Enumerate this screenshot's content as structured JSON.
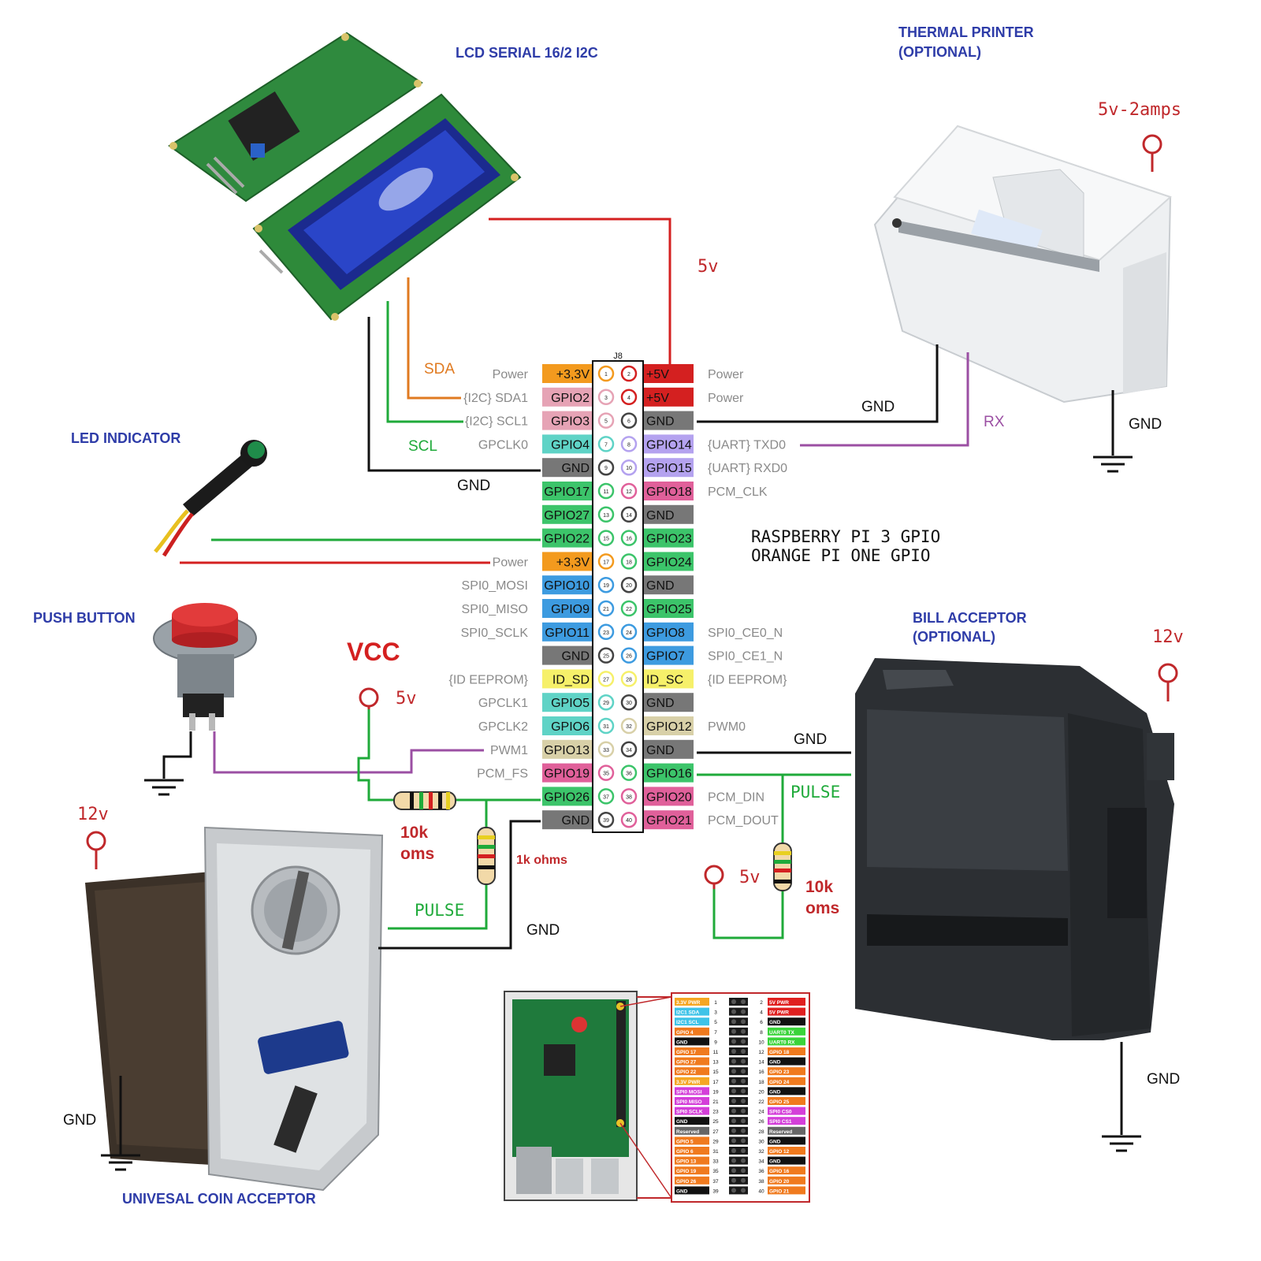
{
  "labels": {
    "lcd": "LCD SERIAL 16/2 I2C",
    "printer_line1": "THERMAL PRINTER",
    "printer_line2": "(OPTIONAL)",
    "printer_power": "5v-2amps",
    "printer_gnd": "GND",
    "printer_rx": "RX",
    "printer_wire_gnd": "GND",
    "led": "LED INDICATOR",
    "push_button": "PUSH BUTTON",
    "bill_line1": "BILL ACCEPTOR",
    "bill_line2": "(OPTIONAL)",
    "bill_power": "12v",
    "bill_gnd": "GND",
    "bill_wire_gnd": "GND",
    "bill_pulse": "PULSE",
    "coin": "UNIVESAL COIN ACCEPTOR",
    "coin_power": "12v",
    "coin_gnd": "GND",
    "coin_pulse": "PULSE",
    "coin_wire_gnd": "GND",
    "vcc": "VCC",
    "vcc_5v": "5v",
    "res10k_left_1": "10k",
    "res10k_left_2": "oms",
    "res1k": "1k ohms",
    "right_5v": "5v",
    "res10k_right_1": "10k",
    "res10k_right_2": "oms",
    "five_v_wire": "5v",
    "sda": "SDA",
    "scl": "SCL",
    "lcd_gnd": "GND",
    "rpi_line1": "RASPBERRY PI 3 GPIO",
    "rpi_line2": "ORANGE PI ONE GPIO",
    "header_label": "J8"
  },
  "gpio_rows": [
    {
      "lfunc": "Power",
      "left": "+3,3V",
      "lc": "#f39a1e",
      "ln": "1",
      "rn": "2",
      "right": "+5V",
      "rc": "#d42020",
      "rfunc": "Power"
    },
    {
      "lfunc": "{I2C} SDA1",
      "left": "GPIO2",
      "lc": "#e6a3b5",
      "ln": "3",
      "rn": "4",
      "right": "+5V",
      "rc": "#d42020",
      "rfunc": "Power"
    },
    {
      "lfunc": "{I2C} SCL1",
      "left": "GPIO3",
      "lc": "#e6a3b5",
      "ln": "5",
      "rn": "6",
      "right": "GND",
      "rc": "#777777",
      "rfunc": ""
    },
    {
      "lfunc": "GPCLK0",
      "left": "GPIO4",
      "lc": "#5fd3c6",
      "ln": "7",
      "rn": "8",
      "right": "GPIO14",
      "rc": "#b4a2ef",
      "rfunc": "{UART} TXD0"
    },
    {
      "lfunc": "",
      "left": "GND",
      "lc": "#777777",
      "ln": "9",
      "rn": "10",
      "right": "GPIO15",
      "rc": "#b4a2ef",
      "rfunc": "{UART} RXD0"
    },
    {
      "lfunc": "",
      "left": "GPIO17",
      "lc": "#3cc46a",
      "ln": "11",
      "rn": "12",
      "right": "GPIO18",
      "rc": "#e0609a",
      "rfunc": "PCM_CLK"
    },
    {
      "lfunc": "",
      "left": "GPIO27",
      "lc": "#3cc46a",
      "ln": "13",
      "rn": "14",
      "right": "GND",
      "rc": "#777777",
      "rfunc": ""
    },
    {
      "lfunc": "",
      "left": "GPIO22",
      "lc": "#3cc46a",
      "ln": "15",
      "rn": "16",
      "right": "GPIO23",
      "rc": "#3cc46a",
      "rfunc": ""
    },
    {
      "lfunc": "Power",
      "left": "+3,3V",
      "lc": "#f39a1e",
      "ln": "17",
      "rn": "18",
      "right": "GPIO24",
      "rc": "#3cc46a",
      "rfunc": ""
    },
    {
      "lfunc": "SPI0_MOSI",
      "left": "GPIO10",
      "lc": "#3d9be0",
      "ln": "19",
      "rn": "20",
      "right": "GND",
      "rc": "#777777",
      "rfunc": ""
    },
    {
      "lfunc": "SPI0_MISO",
      "left": "GPIO9",
      "lc": "#3d9be0",
      "ln": "21",
      "rn": "22",
      "right": "GPIO25",
      "rc": "#3cc46a",
      "rfunc": ""
    },
    {
      "lfunc": "SPI0_SCLK",
      "left": "GPIO11",
      "lc": "#3d9be0",
      "ln": "23",
      "rn": "24",
      "right": "GPIO8",
      "rc": "#3d9be0",
      "rfunc": "SPI0_CE0_N"
    },
    {
      "lfunc": "",
      "left": "GND",
      "lc": "#777777",
      "ln": "25",
      "rn": "26",
      "right": "GPIO7",
      "rc": "#3d9be0",
      "rfunc": "SPI0_CE1_N"
    },
    {
      "lfunc": "{ID EEPROM}",
      "left": "ID_SD",
      "lc": "#f6f06a",
      "ln": "27",
      "rn": "28",
      "right": "ID_SC",
      "rc": "#f6f06a",
      "rfunc": "{ID EEPROM}"
    },
    {
      "lfunc": "GPCLK1",
      "left": "GPIO5",
      "lc": "#5fd3c6",
      "ln": "29",
      "rn": "30",
      "right": "GND",
      "rc": "#777777",
      "rfunc": ""
    },
    {
      "lfunc": "GPCLK2",
      "left": "GPIO6",
      "lc": "#5fd3c6",
      "ln": "31",
      "rn": "32",
      "right": "GPIO12",
      "rc": "#d8d0a8",
      "rfunc": "PWM0"
    },
    {
      "lfunc": "PWM1",
      "left": "GPIO13",
      "lc": "#d8d0a8",
      "ln": "33",
      "rn": "34",
      "right": "GND",
      "rc": "#777777",
      "rfunc": ""
    },
    {
      "lfunc": "PCM_FS",
      "left": "GPIO19",
      "lc": "#e0609a",
      "ln": "35",
      "rn": "36",
      "right": "GPIO16",
      "rc": "#3cc46a",
      "rfunc": ""
    },
    {
      "lfunc": "",
      "left": "GPIO26",
      "lc": "#3cc46a",
      "ln": "37",
      "rn": "38",
      "right": "GPIO20",
      "rc": "#e0609a",
      "rfunc": "PCM_DIN"
    },
    {
      "lfunc": "",
      "left": "GND",
      "lc": "#777777",
      "ln": "39",
      "rn": "40",
      "right": "GPIO21",
      "rc": "#e0609a",
      "rfunc": "PCM_DOUT"
    }
  ],
  "mini_pinout": {
    "left": [
      {
        "t": "3.3V PWR",
        "c": "#f5a623"
      },
      {
        "t": "I2C1 SDA",
        "c": "#3fc3e8"
      },
      {
        "t": "I2C1 SCL",
        "c": "#3fc3e8"
      },
      {
        "t": "GPIO 4",
        "c": "#f07a1e"
      },
      {
        "t": "GND",
        "c": "#111111"
      },
      {
        "t": "GPIO 17",
        "c": "#f07a1e"
      },
      {
        "t": "GPIO 27",
        "c": "#f07a1e"
      },
      {
        "t": "GPIO 22",
        "c": "#f07a1e"
      },
      {
        "t": "3.3V PWR",
        "c": "#f5a623"
      },
      {
        "t": "SPI0 MOSI",
        "c": "#d43fd9"
      },
      {
        "t": "SPI0 MISO",
        "c": "#d43fd9"
      },
      {
        "t": "SPI0 SCLK",
        "c": "#d43fd9"
      },
      {
        "t": "GND",
        "c": "#111111"
      },
      {
        "t": "Reserved",
        "c": "#666666"
      },
      {
        "t": "GPIO 5",
        "c": "#f07a1e"
      },
      {
        "t": "GPIO 6",
        "c": "#f07a1e"
      },
      {
        "t": "GPIO 13",
        "c": "#f07a1e"
      },
      {
        "t": "GPIO 19",
        "c": "#f07a1e"
      },
      {
        "t": "GPIO 26",
        "c": "#f07a1e"
      },
      {
        "t": "GND",
        "c": "#111111"
      }
    ],
    "right": [
      {
        "t": "5V PWR",
        "c": "#e02020"
      },
      {
        "t": "5V PWR",
        "c": "#e02020"
      },
      {
        "t": "GND",
        "c": "#111111"
      },
      {
        "t": "UART0 TX",
        "c": "#3ad43a"
      },
      {
        "t": "UART0 RX",
        "c": "#3ad43a"
      },
      {
        "t": "GPIO 18",
        "c": "#f07a1e"
      },
      {
        "t": "GND",
        "c": "#111111"
      },
      {
        "t": "GPIO 23",
        "c": "#f07a1e"
      },
      {
        "t": "GPIO 24",
        "c": "#f07a1e"
      },
      {
        "t": "GND",
        "c": "#111111"
      },
      {
        "t": "GPIO 25",
        "c": "#f07a1e"
      },
      {
        "t": "SPI0 CS0",
        "c": "#d43fd9"
      },
      {
        "t": "SPI0 CS1",
        "c": "#d43fd9"
      },
      {
        "t": "Reserved",
        "c": "#666666"
      },
      {
        "t": "GND",
        "c": "#111111"
      },
      {
        "t": "GPIO 12",
        "c": "#f07a1e"
      },
      {
        "t": "GND",
        "c": "#111111"
      },
      {
        "t": "GPIO 16",
        "c": "#f07a1e"
      },
      {
        "t": "GPIO 20",
        "c": "#f07a1e"
      },
      {
        "t": "GPIO 21",
        "c": "#f07a1e"
      }
    ]
  },
  "colors": {
    "wire_red": "#d42020",
    "wire_green": "#1faa3a",
    "wire_orange": "#e07a20",
    "wire_purple": "#9b4fa3",
    "wire_black": "#111111",
    "title_blue": "#2e3ca8"
  }
}
